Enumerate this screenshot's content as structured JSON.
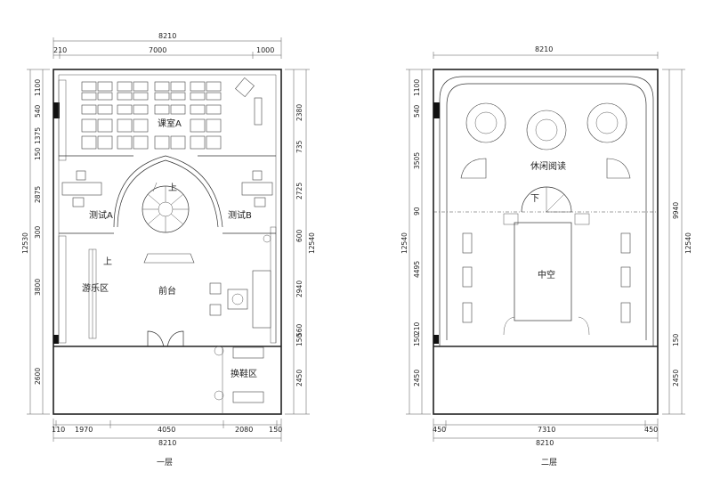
{
  "floor1": {
    "caption": "一层",
    "rooms": {
      "classroom_a": "课室A",
      "test_a": "测试A",
      "test_b": "测试B",
      "play_area": "游乐区",
      "reception": "前台",
      "shoe_area": "换鞋区",
      "up1": "上",
      "up2": "上"
    },
    "dims": {
      "top_total": "8210",
      "top_left": "210",
      "top_mid": "7000",
      "top_right": "1000",
      "bottom_a": "110",
      "bottom_b": "1970",
      "bottom_c": "4050",
      "bottom_d": "2080",
      "bottom_e": "150",
      "bottom_total": "8210",
      "left_total": "12530",
      "left_1": "1100",
      "left_2": "540",
      "left_3": "1375",
      "left_4": "150",
      "left_5": "2875",
      "left_6": "300",
      "left_7": "3800",
      "left_8": "2600",
      "right_total": "12540",
      "right_1": "2380",
      "right_2": "735",
      "right_3": "2725",
      "right_4": "600",
      "right_5": "2940",
      "right_6": "560",
      "right_7": "150",
      "right_8": "2450"
    }
  },
  "floor2": {
    "caption": "二层",
    "rooms": {
      "reading": "休闲阅读",
      "void": "中空",
      "down": "下"
    },
    "dims": {
      "top_total": "8210",
      "bottom_a": "450",
      "bottom_b": "7310",
      "bottom_c": "450",
      "bottom_total": "8210",
      "left_total": "12540",
      "left_1": "1100",
      "left_2": "540",
      "left_3": "3505",
      "left_4": "90",
      "left_5": "4495",
      "left_6": "210",
      "left_7": "150",
      "left_8": "2450",
      "right_total": "12540",
      "right_1": "9940",
      "right_2": "150",
      "right_3": "2450"
    }
  }
}
